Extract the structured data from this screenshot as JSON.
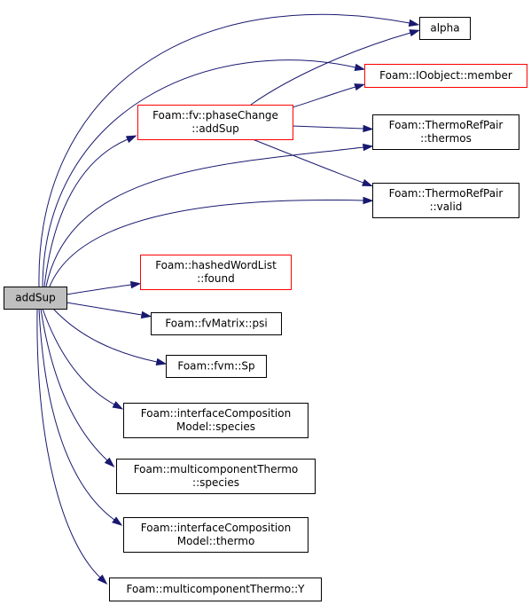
{
  "graph": {
    "nodes": [
      {
        "id": "addSup_root",
        "lines": [
          "addSup"
        ],
        "style": "root"
      },
      {
        "id": "alpha",
        "lines": [
          "alpha"
        ],
        "style": "normal"
      },
      {
        "id": "ioobject_member",
        "lines": [
          "Foam::IOobject::member"
        ],
        "style": "red"
      },
      {
        "id": "phasechange_addsup",
        "lines": [
          "Foam::fv::phaseChange",
          "::addSup"
        ],
        "style": "red"
      },
      {
        "id": "thermorefpair_thermos",
        "lines": [
          "Foam::ThermoRefPair",
          "::thermos"
        ],
        "style": "normal"
      },
      {
        "id": "thermorefpair_valid",
        "lines": [
          "Foam::ThermoRefPair",
          "::valid"
        ],
        "style": "normal"
      },
      {
        "id": "hashedwordlist_found",
        "lines": [
          "Foam::hashedWordList",
          "::found"
        ],
        "style": "red"
      },
      {
        "id": "fvmatrix_psi",
        "lines": [
          "Foam::fvMatrix::psi"
        ],
        "style": "normal"
      },
      {
        "id": "fvm_sp",
        "lines": [
          "Foam::fvm::Sp"
        ],
        "style": "normal"
      },
      {
        "id": "interfacecomp_species",
        "lines": [
          "Foam::interfaceComposition",
          "Model::species"
        ],
        "style": "normal"
      },
      {
        "id": "multicomp_species",
        "lines": [
          "Foam::multicomponentThermo",
          "::species"
        ],
        "style": "normal"
      },
      {
        "id": "interfacecomp_thermo",
        "lines": [
          "Foam::interfaceComposition",
          "Model::thermo"
        ],
        "style": "normal"
      },
      {
        "id": "multicomp_y",
        "lines": [
          "Foam::multicomponentThermo::Y"
        ],
        "style": "normal"
      }
    ],
    "edges": [
      {
        "from": "addSup_root",
        "to": "alpha"
      },
      {
        "from": "addSup_root",
        "to": "ioobject_member"
      },
      {
        "from": "addSup_root",
        "to": "phasechange_addsup"
      },
      {
        "from": "addSup_root",
        "to": "thermorefpair_thermos"
      },
      {
        "from": "addSup_root",
        "to": "thermorefpair_valid"
      },
      {
        "from": "addSup_root",
        "to": "hashedwordlist_found"
      },
      {
        "from": "addSup_root",
        "to": "fvmatrix_psi"
      },
      {
        "from": "addSup_root",
        "to": "fvm_sp"
      },
      {
        "from": "addSup_root",
        "to": "interfacecomp_species"
      },
      {
        "from": "addSup_root",
        "to": "multicomp_species"
      },
      {
        "from": "addSup_root",
        "to": "interfacecomp_thermo"
      },
      {
        "from": "addSup_root",
        "to": "multicomp_y"
      },
      {
        "from": "phasechange_addsup",
        "to": "alpha"
      },
      {
        "from": "phasechange_addsup",
        "to": "ioobject_member"
      },
      {
        "from": "phasechange_addsup",
        "to": "thermorefpair_thermos"
      },
      {
        "from": "phasechange_addsup",
        "to": "thermorefpair_valid"
      }
    ],
    "colors": {
      "edge": "#191970",
      "root_fill": "#bfbfbf",
      "highlight_border": "#ff0000",
      "border": "#000000"
    }
  }
}
